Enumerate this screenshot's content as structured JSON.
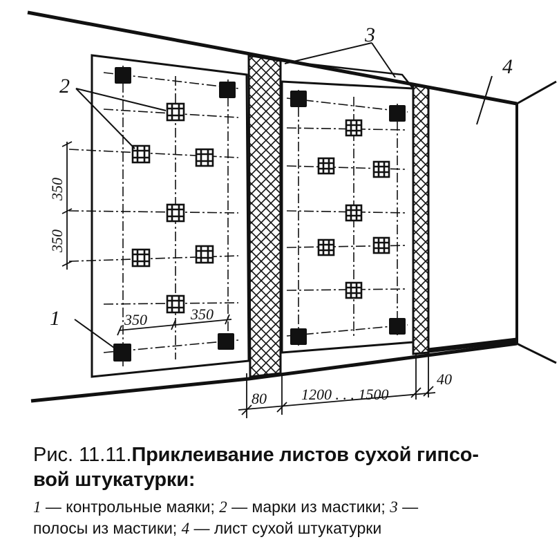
{
  "diagram": {
    "callouts": {
      "c1": "1",
      "c2": "2",
      "c3": "3",
      "c4": "4"
    },
    "dimensions": {
      "v1": "350",
      "v2": "350",
      "h1": "350",
      "h2": "350",
      "d80": "80",
      "d1200": "1200 . . . 1500",
      "d40": "40"
    }
  },
  "caption": {
    "prefix": "Рис. 11.11.",
    "title_line1": "Приклеивание листов сухой гипсо-",
    "title_line2": "вой штукатурки:"
  },
  "legend": {
    "n1": "1",
    "t1": " — контрольные маяки; ",
    "n2": "2",
    "t2": " — марки из мастики; ",
    "n3": "3",
    "t3": " —",
    "t3b": "полосы из мастики; ",
    "n4": "4",
    "t4": " — лист сухой штукатурки"
  }
}
